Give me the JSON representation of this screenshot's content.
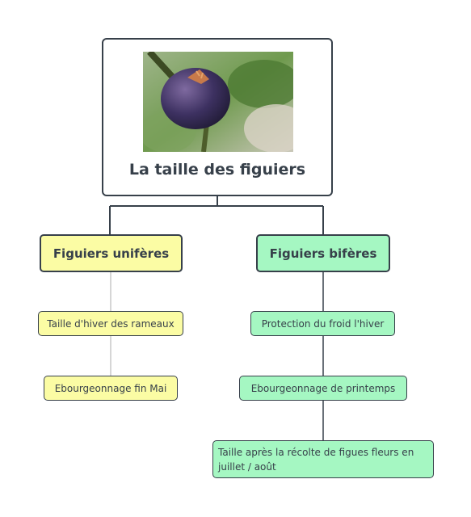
{
  "root": {
    "title": "La taille des figuiers",
    "image_subject": "fig-on-branch-photo"
  },
  "branches": [
    {
      "label": "Figuiers unifères",
      "color": "#fbfca4",
      "children": [
        "Taille d'hiver des rameaux",
        "Ebourgeonnage fin Mai"
      ]
    },
    {
      "label": "Figuiers bifères",
      "color": "#a5f7c2",
      "children": [
        "Protection du froid l'hiver",
        "Ebourgeonnage de printemps",
        "Taille après la récolte de figues fleurs en juillet / août"
      ]
    }
  ],
  "colors": {
    "border": "#37404a",
    "connector_light": "#c8c8c8",
    "connector_dark": "#37404a"
  }
}
